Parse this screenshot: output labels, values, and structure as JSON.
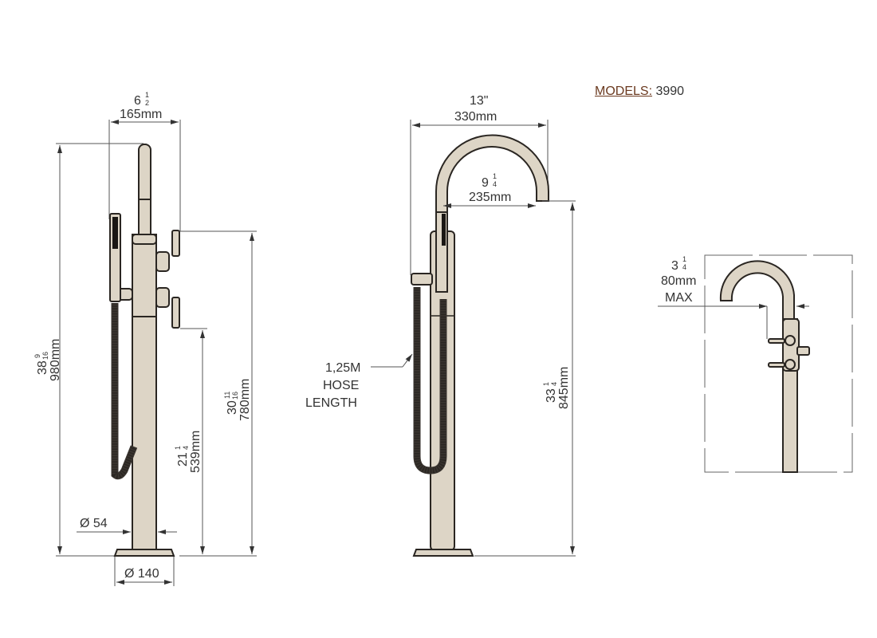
{
  "header": {
    "models_label": "MODELS:",
    "models_value": "3990"
  },
  "side_view": {
    "top_width_in": "6",
    "top_width_frac_num": "1",
    "top_width_frac_den": "2",
    "top_width_mm": "165mm",
    "total_height_in": "38",
    "total_height_frac_num": "9",
    "total_height_frac_den": "16",
    "total_height_mm": "980mm",
    "lower_handle_height_in": "21",
    "lower_handle_frac_num": "1",
    "lower_handle_frac_den": "4",
    "lower_handle_mm": "539mm",
    "upper_handle_height_in": "30",
    "upper_handle_frac_num": "11",
    "upper_handle_frac_den": "16",
    "upper_handle_mm": "780mm",
    "pipe_diameter": "Ø 54",
    "base_diameter": "Ø 140"
  },
  "front_view": {
    "overall_width_in": "13\"",
    "overall_width_mm": "330mm",
    "spout_reach_in": "9",
    "spout_reach_frac_num": "1",
    "spout_reach_frac_den": "4",
    "spout_reach_mm": "235mm",
    "spout_height_in": "33",
    "spout_height_frac_num": "1",
    "spout_height_frac_den": "4",
    "spout_height_mm": "845mm",
    "hose_line1": "1,25M",
    "hose_line2": "HOSE",
    "hose_line3": "LENGTH"
  },
  "detail_view": {
    "offset_in": "3",
    "offset_frac_num": "1",
    "offset_frac_den": "4",
    "offset_mm": "80mm",
    "offset_note": "MAX"
  },
  "colors": {
    "body_fill": "#ddd5c6",
    "outline": "#2a2622",
    "dimension_line": "#555555",
    "title_accent": "#6b3a20"
  }
}
